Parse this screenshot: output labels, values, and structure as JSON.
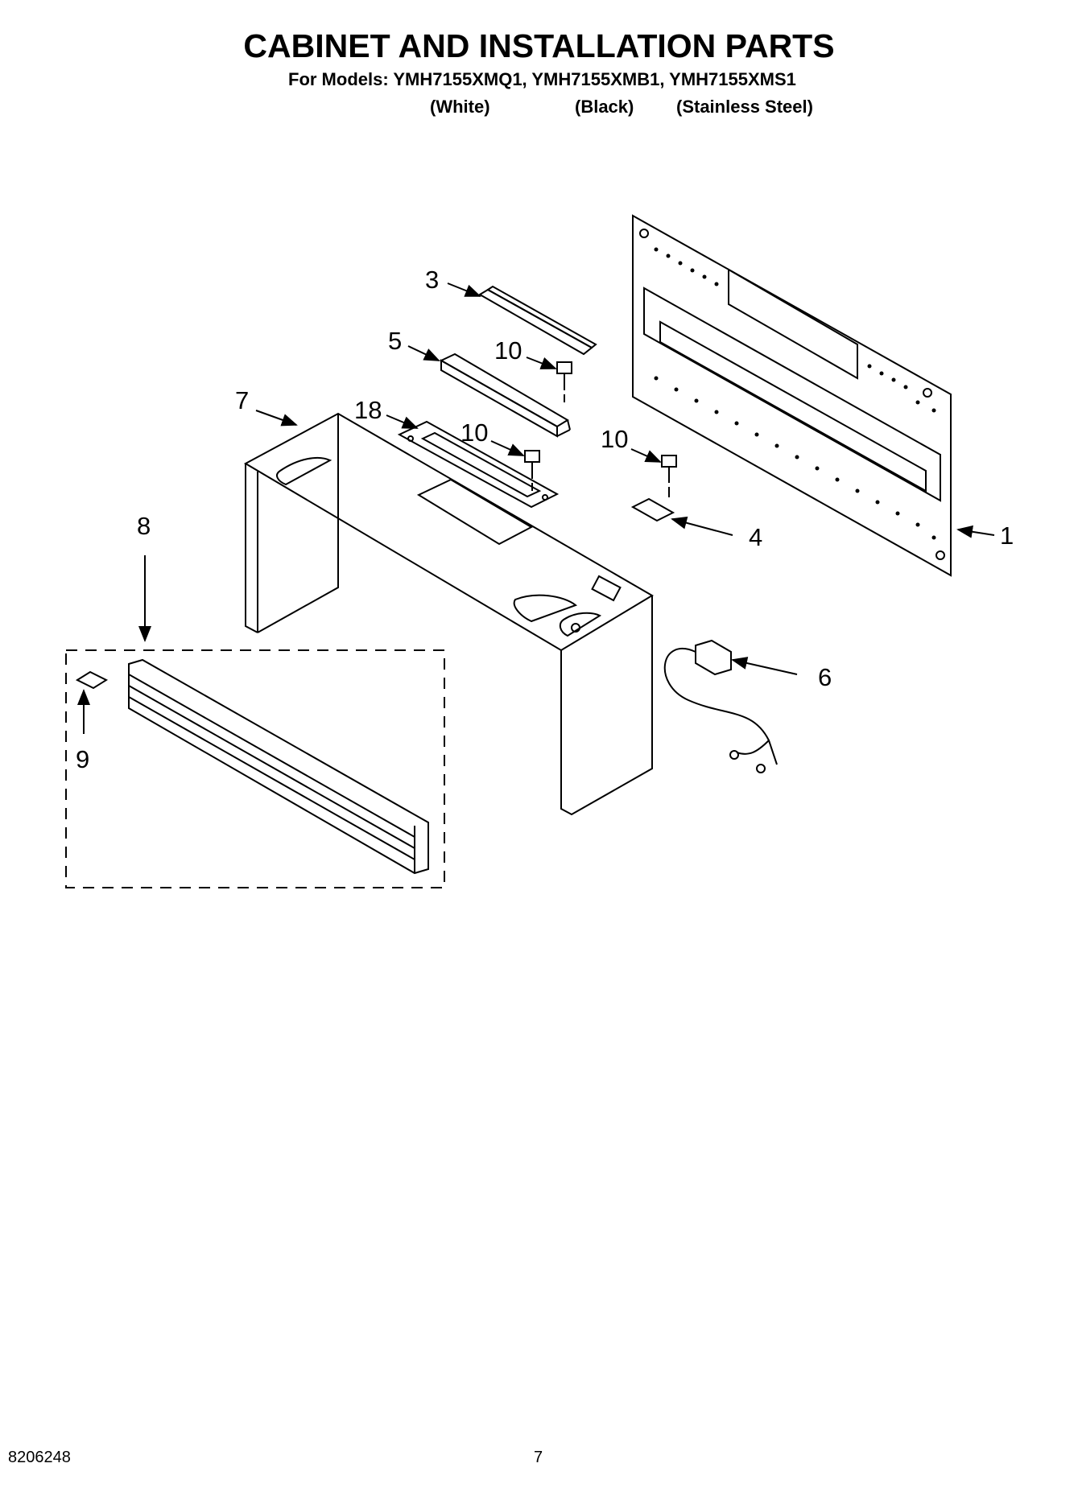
{
  "header": {
    "title": "CABINET AND INSTALLATION PARTS",
    "models_line": "For Models: YMH7155XMQ1, YMH7155XMB1, YMH7155XMS1",
    "variants": [
      "(White)",
      "(Black)",
      "(Stainless Steel)"
    ]
  },
  "callouts": {
    "c1": "1",
    "c3": "3",
    "c4": "4",
    "c5": "5",
    "c6": "6",
    "c7": "7",
    "c8": "8",
    "c9": "9",
    "c10a": "10",
    "c10b": "10",
    "c10c": "10",
    "c18": "18"
  },
  "footer": {
    "doc_number": "8206248",
    "page_number": "7"
  }
}
